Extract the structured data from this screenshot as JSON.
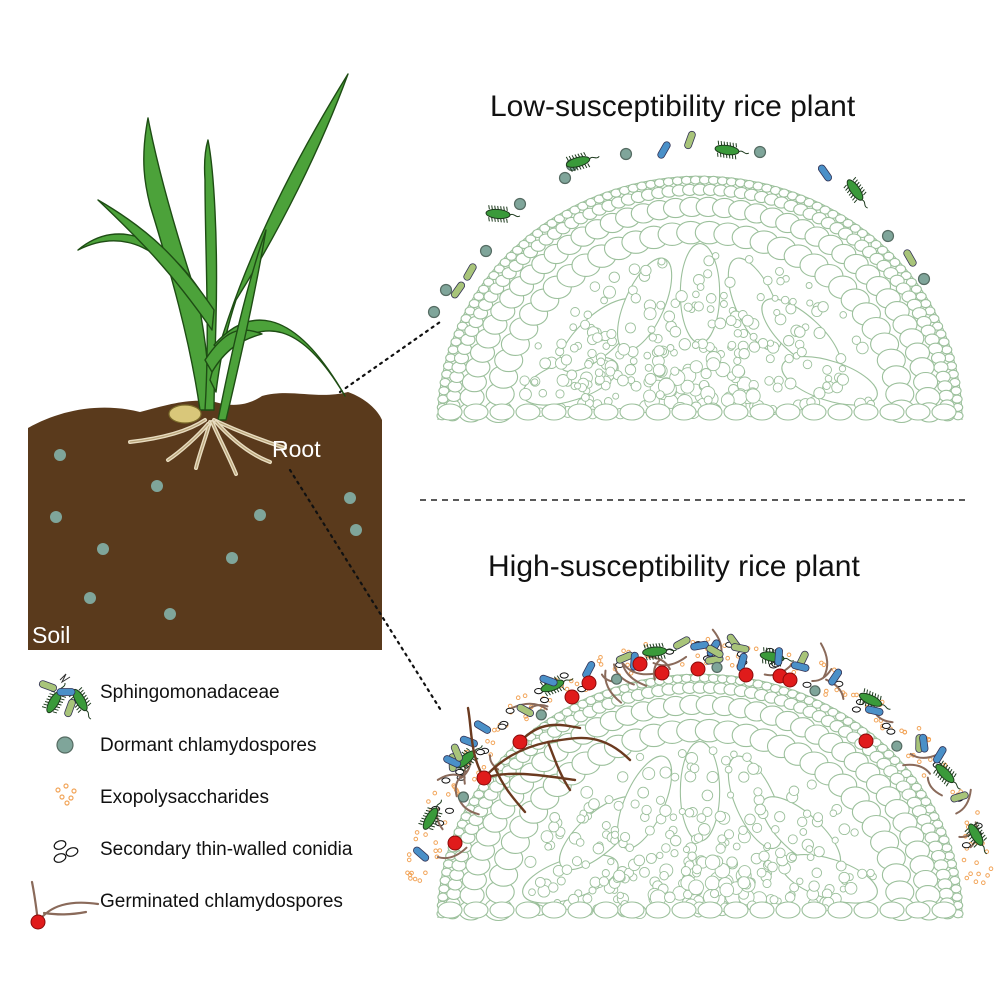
{
  "diagram": {
    "titles": {
      "low": "Low-susceptibility rice plant",
      "high": "High-susceptibility rice plant"
    },
    "labels": {
      "root": "Root",
      "soil": "Soil"
    },
    "legend": [
      {
        "id": "sphingomonadaceae",
        "label": "Sphingomonadaceae"
      },
      {
        "id": "dormant",
        "label": "Dormant chlamydospores"
      },
      {
        "id": "eps",
        "label": "Exopolysaccharides"
      },
      {
        "id": "conidia",
        "label": "Secondary thin-walled conidia"
      },
      {
        "id": "germinated",
        "label": "Germinated chlamydospores"
      }
    ]
  },
  "colors": {
    "soil": "#5a3a1c",
    "spore_dormant": "#7fa59a",
    "spore_germinated": "#e01b1b",
    "hypha": "#8a6a5a",
    "hypha_dark": "#6b3a1f",
    "bacteria_dark": "#3a9a3a",
    "bacteria_light": "#a8c47a",
    "bacteria_blue": "#4a90c8",
    "eps": "#f2a55a",
    "tissue_stroke": "#9cc09c",
    "leaf": "#4ca23a",
    "leaf_stroke": "#1e4d14",
    "seed": "#d9c77a"
  }
}
